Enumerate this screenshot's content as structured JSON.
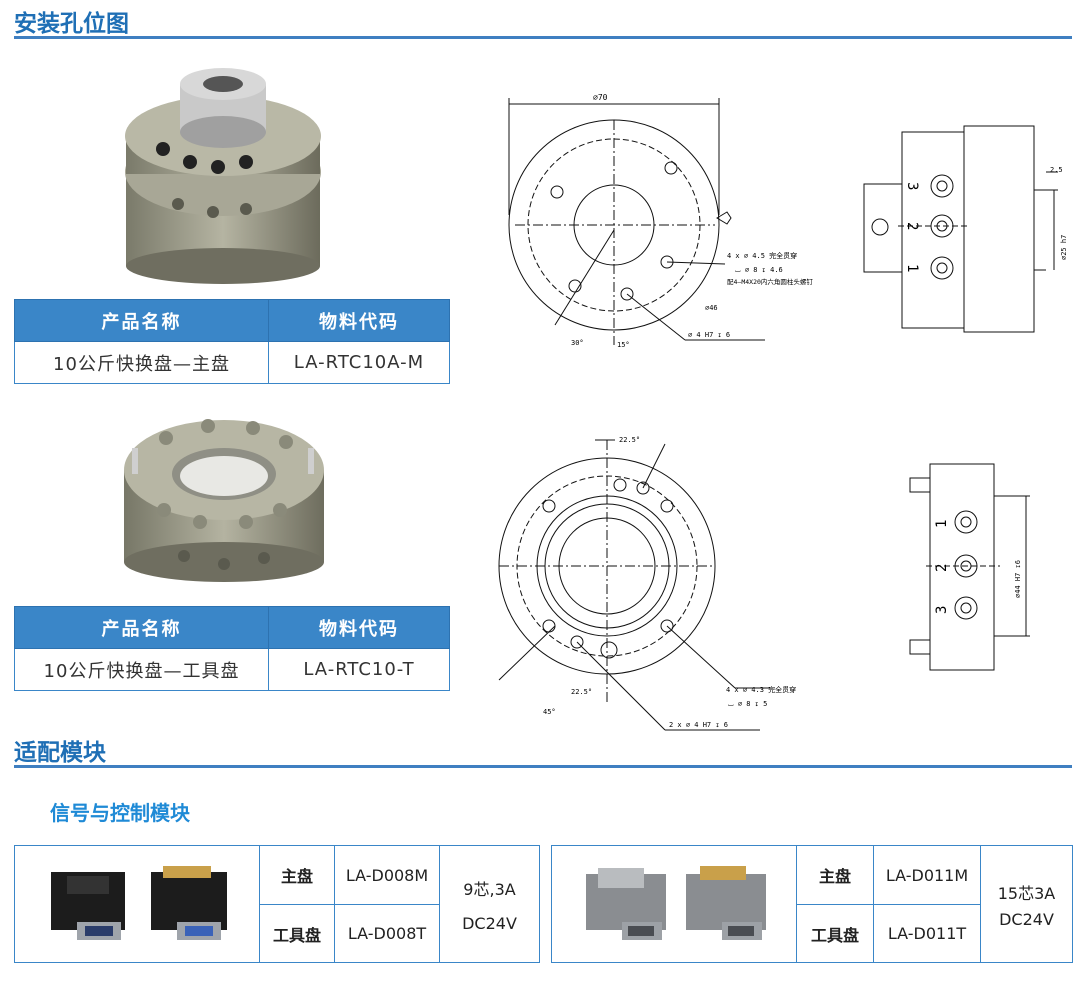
{
  "sections": {
    "install_title": "安装孔位图",
    "modules_title": "适配模块",
    "signal_subtitle": "信号与控制模块"
  },
  "product_tables": [
    {
      "col1_header": "产品名称",
      "col2_header": "物料代码",
      "name": "10公斤快换盘—主盘",
      "code": "LA-RTC10A-M"
    },
    {
      "col1_header": "产品名称",
      "col2_header": "物料代码",
      "name": "10公斤快换盘—工具盘",
      "code": "LA-RTC10-T"
    }
  ],
  "drawing1": {
    "dia_outer": "∅70",
    "hole_note": "4 x ∅ 4.5 完全贯穿",
    "cbore_note": "⌴ ∅ 8 ↧ 4.6",
    "screw_note": "配4—M4X20内六角圆柱头螺钉",
    "dia_pcd": "∅46",
    "angle1": "30°",
    "angle2": "15°",
    "pin_note": "∅ 4 H7 ↧ 6",
    "side_dim1": "2.5",
    "side_dim2": "∅25 h7",
    "ports": [
      "3",
      "2",
      "1"
    ]
  },
  "drawing2": {
    "angle_top": "22.5°",
    "angle_bottom": "22.5°",
    "angle_45": "45°",
    "hole_note": "4 x ∅ 4.3 完全贯穿",
    "cbore_note": "⌴ ∅ 8 ↧ 5",
    "pin_note": "2 x ∅ 4 H7 ↧ 6",
    "side_dim": "∅44 H7 ↧6",
    "ports": [
      "1",
      "2",
      "3"
    ]
  },
  "modules": [
    {
      "master_label": "主盘",
      "master_code": "LA-D008M",
      "tool_label": "工具盘",
      "tool_code": "LA-D008T",
      "spec1": "9芯,3A",
      "spec2": "DC24V"
    },
    {
      "master_label": "主盘",
      "master_code": "LA-D011M",
      "tool_label": "工具盘",
      "tool_code": "LA-D011T",
      "spec1": "15芯3A",
      "spec2": "DC24V"
    }
  ]
}
